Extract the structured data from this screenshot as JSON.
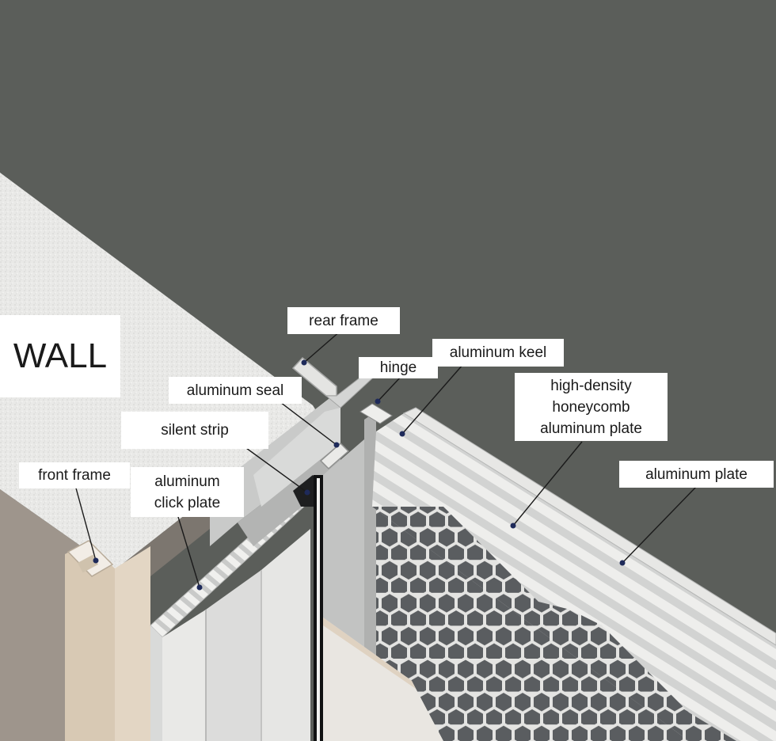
{
  "wall_label": "WALL",
  "labels": {
    "rear_frame": "rear frame",
    "hinge": "hinge",
    "aluminum_keel": "aluminum keel",
    "aluminum_seal": "aluminum seal",
    "silent_strip": "silent strip",
    "honeycomb_plate": "high-density\nhoneycomb\naluminum plate",
    "front_frame": "front frame",
    "click_plate": "aluminum\nclick plate",
    "aluminum_plate": "aluminum plate"
  },
  "colors": {
    "background": "#5b5e5a",
    "wall_top": "#e8e8e6",
    "wall_side": "#a39990",
    "frame_beige": "#dccdb9",
    "aluminum": "#cfd0cf",
    "honeycomb_cell": "#585b5d",
    "marker_dot": "#1e2a5a"
  }
}
